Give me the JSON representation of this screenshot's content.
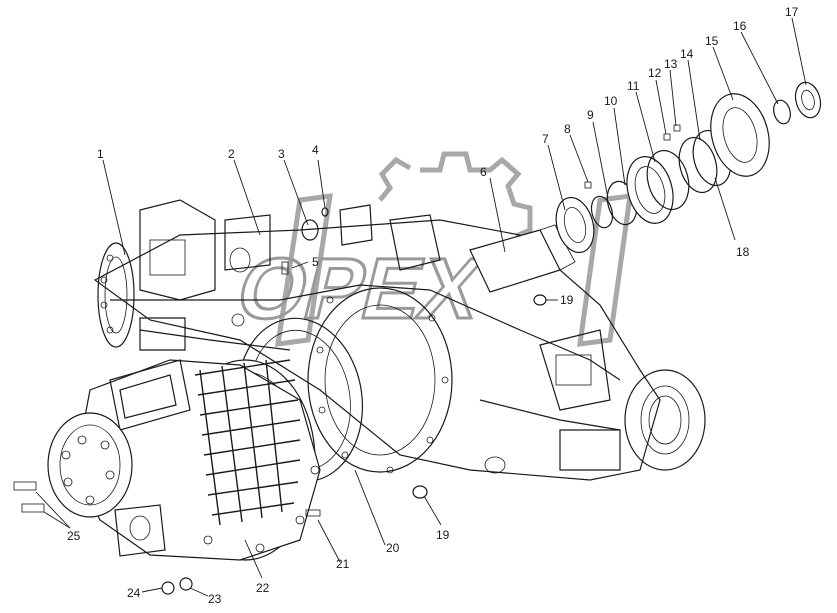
{
  "watermark": {
    "text": "OPEX"
  },
  "callouts": {
    "c1": "1",
    "c2": "2",
    "c3": "3",
    "c4": "4",
    "c5": "5",
    "c6": "6",
    "c7": "7",
    "c8": "8",
    "c9": "9",
    "c10": "10",
    "c11": "11",
    "c12": "12",
    "c13": "13",
    "c14": "14",
    "c15": "15",
    "c16": "16",
    "c17": "17",
    "c18": "18",
    "c19a": "19",
    "c19b": "19",
    "c20": "20",
    "c21": "21",
    "c22": "22",
    "c23": "23",
    "c24": "24",
    "c25": "25"
  }
}
